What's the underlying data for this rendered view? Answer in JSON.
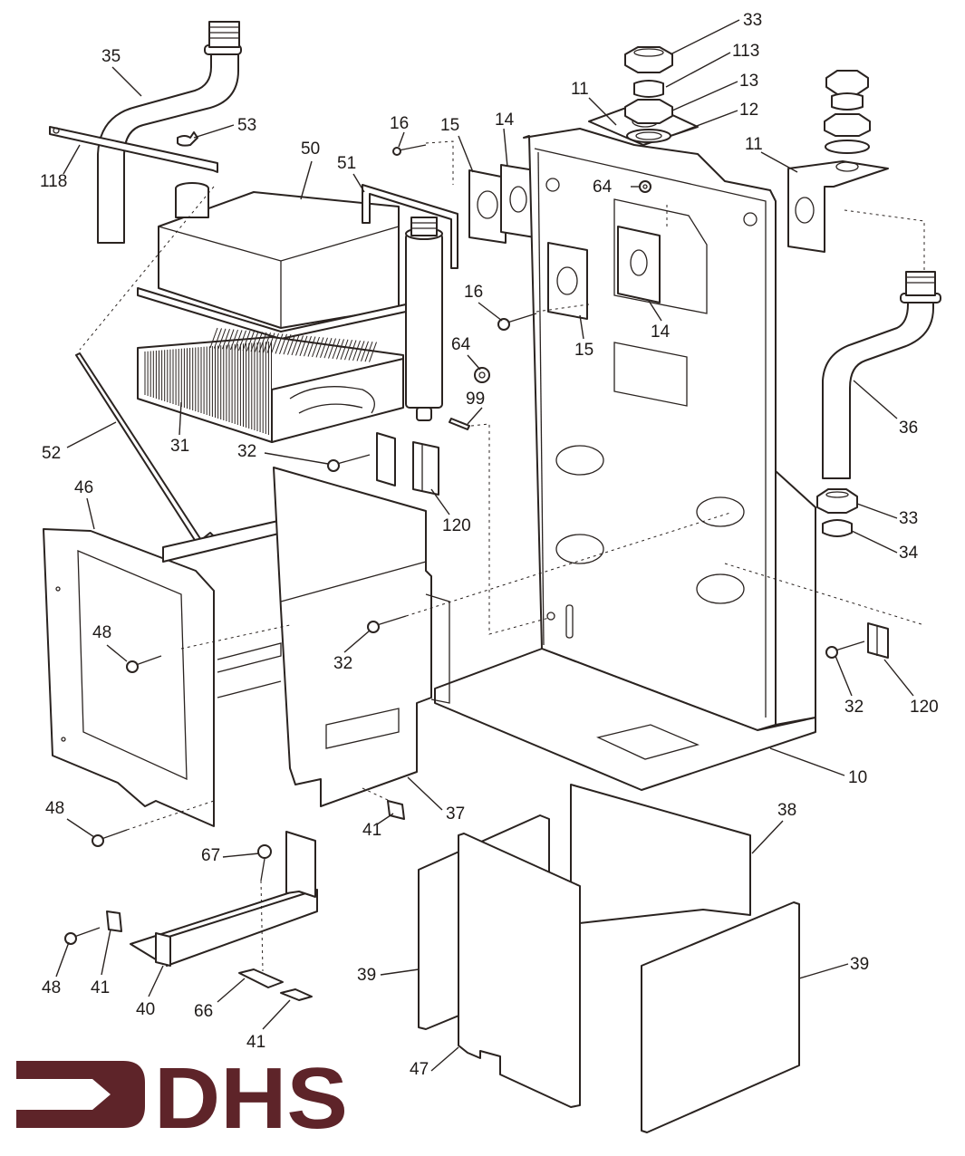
{
  "diagram": {
    "type": "exploded-parts-diagram",
    "subject": "Boiler chassis and heat exchanger assembly",
    "ink_color": "#2a2320",
    "background_color": "#ffffff"
  },
  "logo": {
    "text": "DHS",
    "color": "#5e2429",
    "icon": "arrow-right-bracket-icon"
  },
  "callouts": [
    {
      "id": "c-33a",
      "label": "33",
      "part": "union-nut"
    },
    {
      "id": "c-113",
      "label": "113",
      "part": "olive"
    },
    {
      "id": "c-13",
      "label": "13",
      "part": "backnut"
    },
    {
      "id": "c-12",
      "label": "12",
      "part": "washer"
    },
    {
      "id": "c-11a",
      "label": "11",
      "part": "pipe-bracket"
    },
    {
      "id": "c-11b",
      "label": "11",
      "part": "pipe-bracket"
    },
    {
      "id": "c-35",
      "label": "35",
      "part": "flow-pipe"
    },
    {
      "id": "c-53",
      "label": "53",
      "part": "wing-nut"
    },
    {
      "id": "c-118",
      "label": "118",
      "part": "retaining-bar"
    },
    {
      "id": "c-50",
      "label": "50",
      "part": "flue-hood"
    },
    {
      "id": "c-51",
      "label": "51",
      "part": "gasket"
    },
    {
      "id": "c-16a",
      "label": "16",
      "part": "screw"
    },
    {
      "id": "c-15a",
      "label": "15",
      "part": "mounting-plate"
    },
    {
      "id": "c-14a",
      "label": "14",
      "part": "gasket-plate"
    },
    {
      "id": "c-64a",
      "label": "64",
      "part": "grommet"
    },
    {
      "id": "c-16b",
      "label": "16",
      "part": "screw"
    },
    {
      "id": "c-15b",
      "label": "15",
      "part": "mounting-plate"
    },
    {
      "id": "c-14b",
      "label": "14",
      "part": "gasket-plate"
    },
    {
      "id": "c-64b",
      "label": "64",
      "part": "grommet"
    },
    {
      "id": "c-99",
      "label": "99",
      "part": "clip"
    },
    {
      "id": "c-36",
      "label": "36",
      "part": "return-pipe"
    },
    {
      "id": "c-31",
      "label": "31",
      "part": "heat-exchanger"
    },
    {
      "id": "c-52",
      "label": "52",
      "part": "tie-rod"
    },
    {
      "id": "c-32a",
      "label": "32",
      "part": "screw"
    },
    {
      "id": "c-120a",
      "label": "120",
      "part": "bracket-clip"
    },
    {
      "id": "c-46",
      "label": "46",
      "part": "front-panel"
    },
    {
      "id": "c-33b",
      "label": "33",
      "part": "union-nut"
    },
    {
      "id": "c-34",
      "label": "34",
      "part": "olive"
    },
    {
      "id": "c-48a",
      "label": "48",
      "part": "screw"
    },
    {
      "id": "c-32b",
      "label": "32",
      "part": "screw"
    },
    {
      "id": "c-32c",
      "label": "32",
      "part": "screw"
    },
    {
      "id": "c-120b",
      "label": "120",
      "part": "bracket-clip"
    },
    {
      "id": "c-10",
      "label": "10",
      "part": "chassis"
    },
    {
      "id": "c-48b",
      "label": "48",
      "part": "screw"
    },
    {
      "id": "c-37",
      "label": "37",
      "part": "combustion-chamber"
    },
    {
      "id": "c-41a",
      "label": "41",
      "part": "spire-clip"
    },
    {
      "id": "c-38",
      "label": "38",
      "part": "insulation-back"
    },
    {
      "id": "c-67",
      "label": "67",
      "part": "screw"
    },
    {
      "id": "c-39a",
      "label": "39",
      "part": "insulation-side"
    },
    {
      "id": "c-39b",
      "label": "39",
      "part": "insulation-side"
    },
    {
      "id": "c-48c",
      "label": "48",
      "part": "screw"
    },
    {
      "id": "c-41b",
      "label": "41",
      "part": "spire-clip"
    },
    {
      "id": "c-40",
      "label": "40",
      "part": "burner-bracket"
    },
    {
      "id": "c-66",
      "label": "66",
      "part": "clip"
    },
    {
      "id": "c-41c",
      "label": "41",
      "part": "spire-clip"
    },
    {
      "id": "c-47",
      "label": "47",
      "part": "insulation-front"
    }
  ]
}
